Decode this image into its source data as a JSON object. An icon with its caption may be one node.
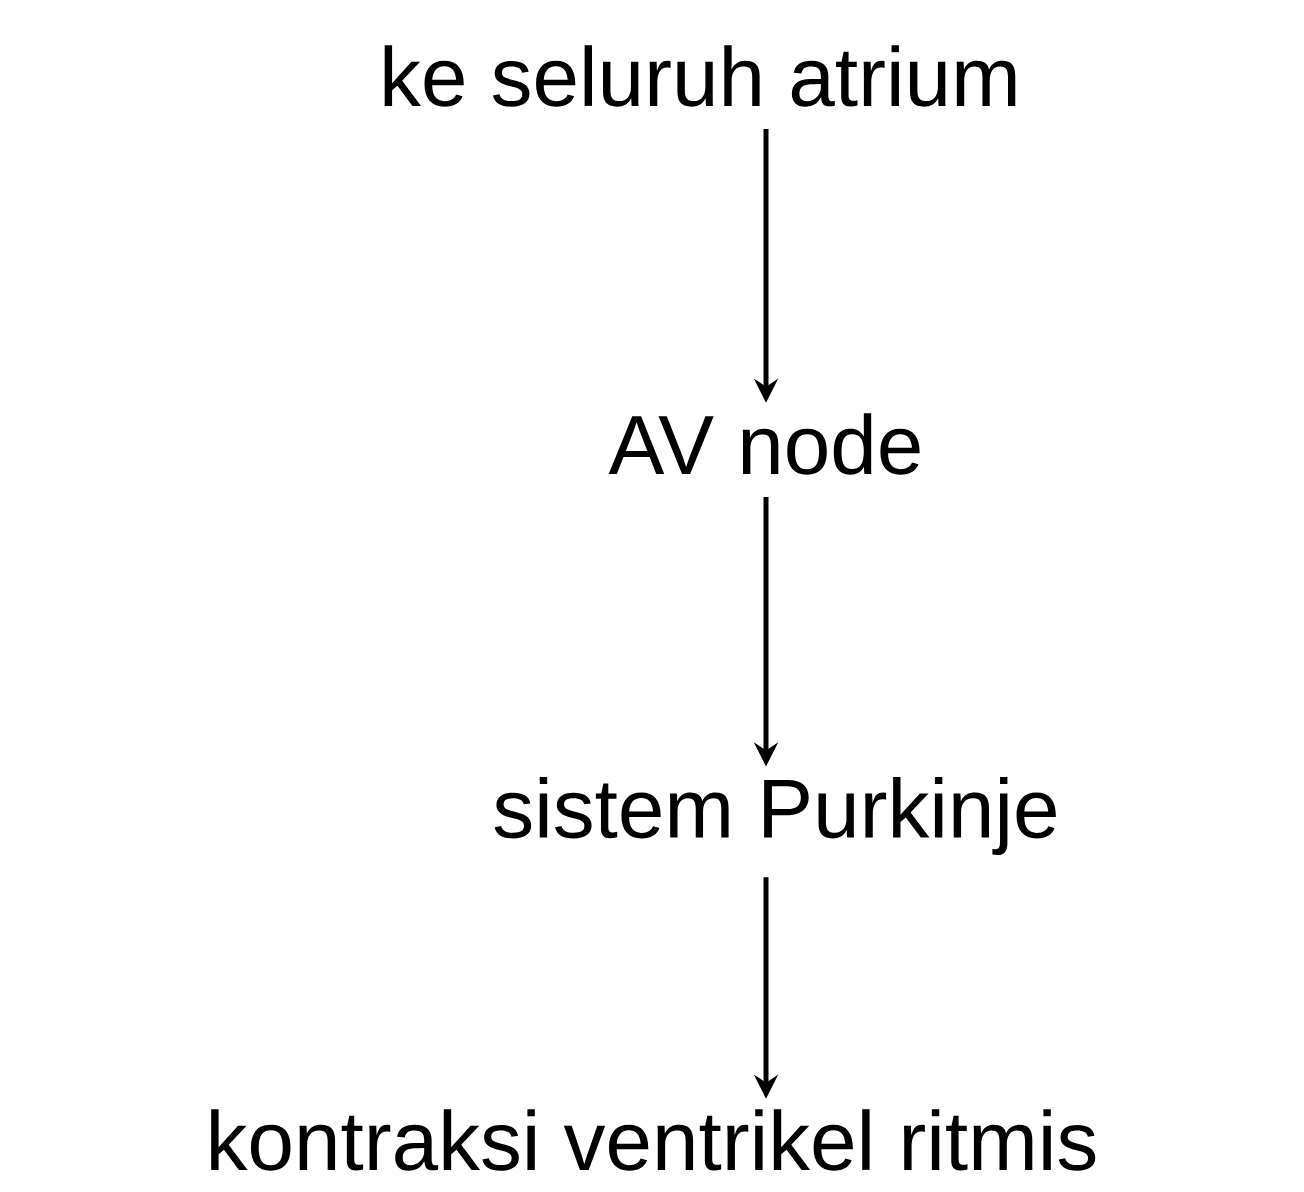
{
  "diagram": {
    "nodes": [
      {
        "text": [
          "ke seluruh atrium"
        ]
      },
      {
        "text": [
          "AV node"
        ]
      },
      {
        "text": [
          "sistem Purkinje"
        ]
      },
      {
        "text": [
          "kontraksi ventrikel ritmis"
        ]
      }
    ],
    "edges": [
      {
        "from": 0,
        "to": 1,
        "arrow": "to"
      },
      {
        "from": 1,
        "to": 2,
        "arrow": "to"
      },
      {
        "from": 2,
        "to": 3,
        "arrow": "to"
      }
    ]
  }
}
